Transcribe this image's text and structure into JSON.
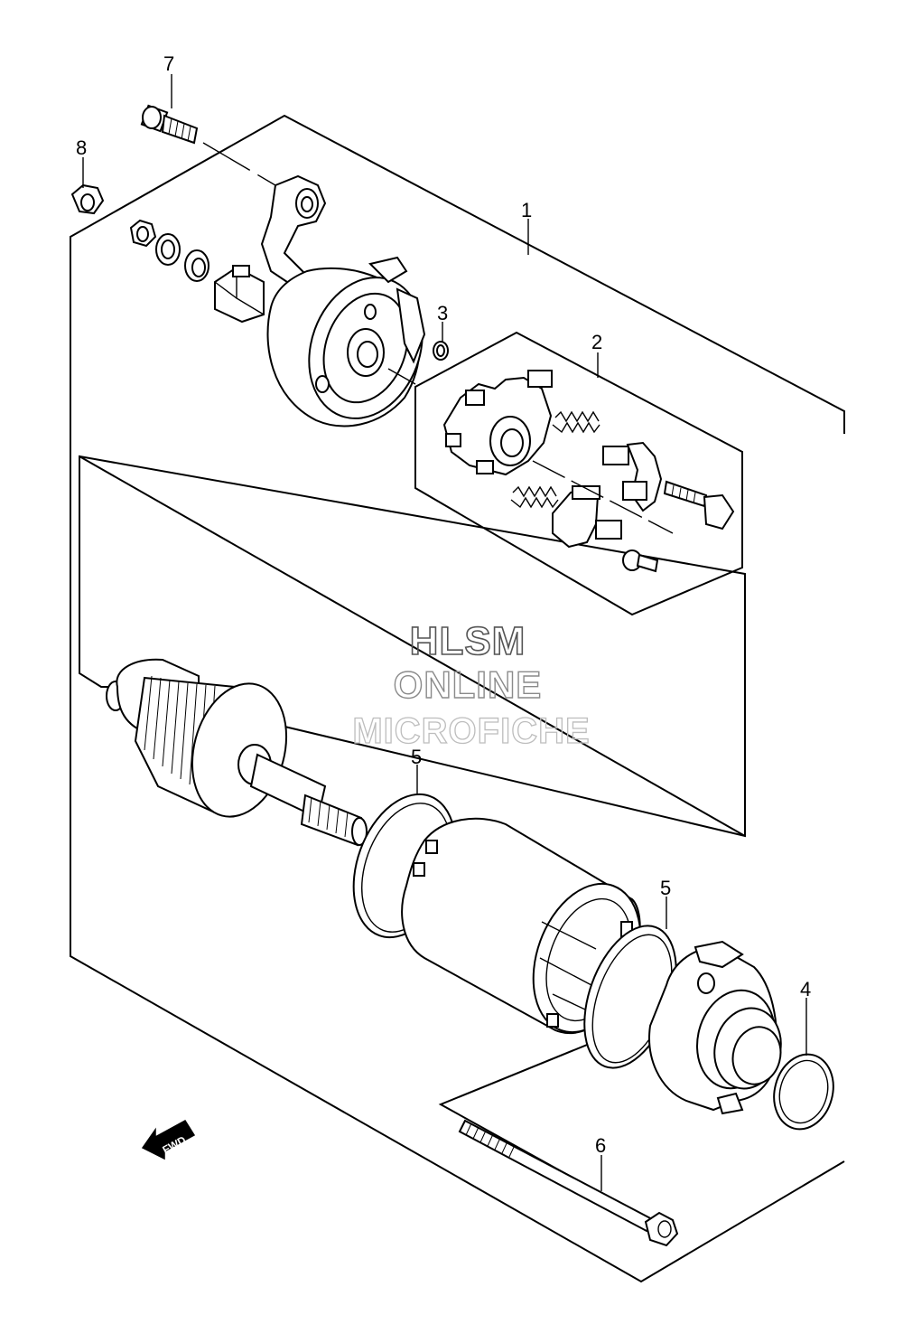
{
  "callouts": [
    {
      "id": "c1",
      "label": "1"
    },
    {
      "id": "c2",
      "label": "2"
    },
    {
      "id": "c3",
      "label": "3"
    },
    {
      "id": "c4",
      "label": "4"
    },
    {
      "id": "c5a",
      "label": "5"
    },
    {
      "id": "c5b",
      "label": "5"
    },
    {
      "id": "c6",
      "label": "6"
    },
    {
      "id": "c7",
      "label": "7"
    },
    {
      "id": "c8",
      "label": "8"
    }
  ],
  "watermark": {
    "line1": "HLSM",
    "line2": "ONLINE",
    "line3": "MICROFICHE"
  },
  "fwd_label": "FWD"
}
